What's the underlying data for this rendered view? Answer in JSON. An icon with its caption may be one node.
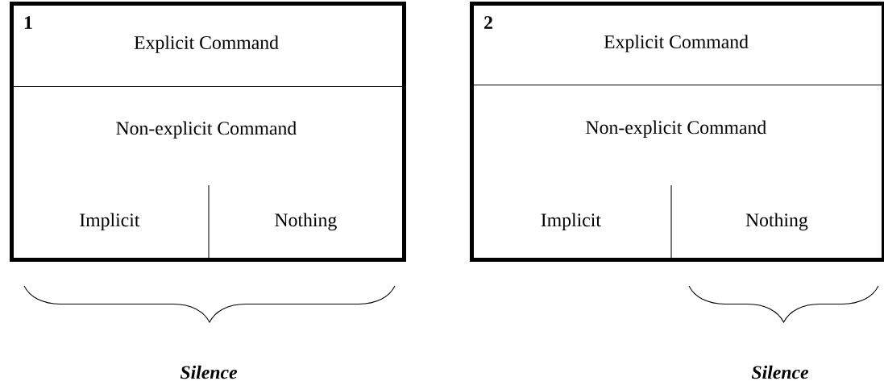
{
  "diagram": {
    "nodes": [
      {
        "text": [],
        "shape": "box"
      },
      {
        "text": [
          "1",
          "Explicit Command"
        ],
        "in": 0
      },
      {
        "text": [
          "Non-explicit Command"
        ],
        "in": 0
      },
      {
        "text": [
          "Implicit"
        ],
        "in": 0
      },
      {
        "text": [
          "Nothing"
        ],
        "in": 0
      },
      {
        "text": [],
        "shape": "box"
      },
      {
        "text": [
          "2",
          "Explicit Command"
        ],
        "in": 5
      },
      {
        "text": [
          "Non-explicit Command"
        ],
        "in": 5
      },
      {
        "text": [
          "Implicit"
        ],
        "in": 5
      },
      {
        "text": [
          "Nothing"
        ],
        "in": 5
      }
    ],
    "labels": [
      "Silence",
      "Silence"
    ]
  }
}
